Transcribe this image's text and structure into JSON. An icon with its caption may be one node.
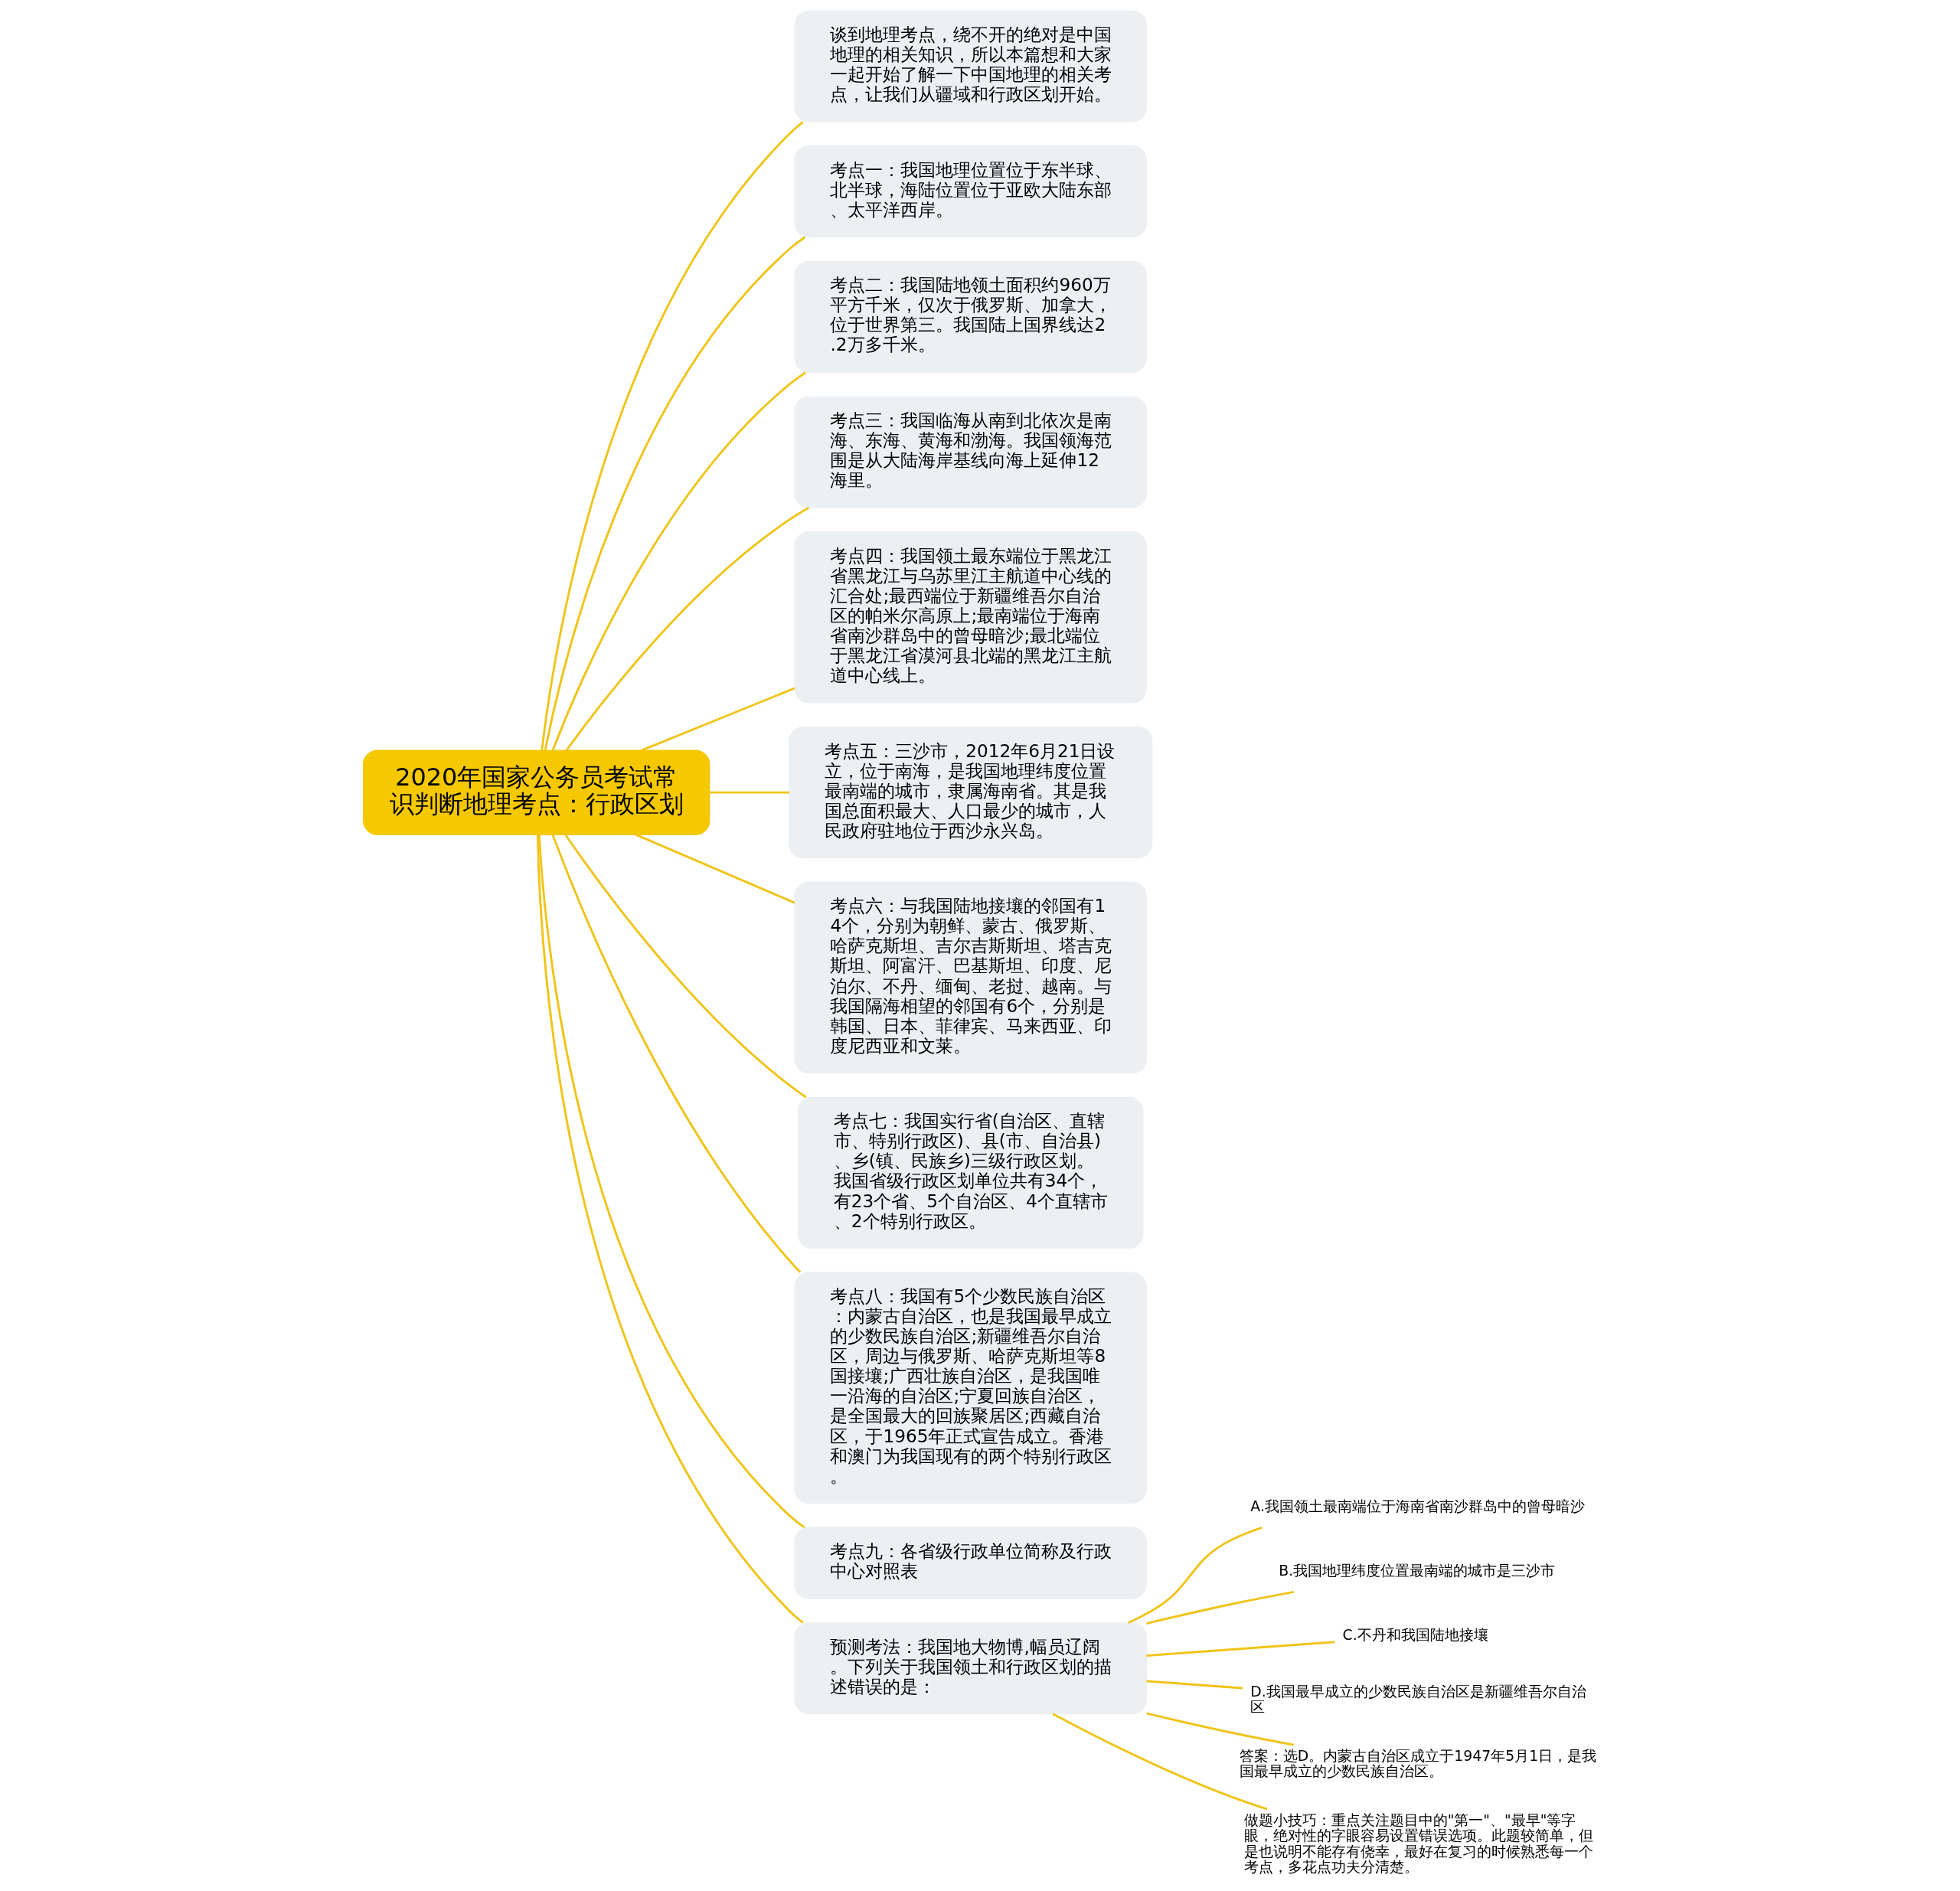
{
  "diagram": {
    "nodes": [
      {
        "text": [
          "2020年国家公务员考试常识判断地理考点：行政区划"
        ]
      },
      {
        "text": [
          "谈到地理考点，绕不开的绝对是中国地理的相关知识，所以本篇想和大家一起开始了解一下中国地理的相关考点，让我们从疆域和行政区划开始。"
        ]
      },
      {
        "text": [
          "考点一：我国地理位置位于东半球、北半球，海陆位置位于亚欧大陆东部、太平洋西岸。"
        ]
      },
      {
        "text": [
          "考点二：我国陆地领土面积约960万平方千米，仅次于俄罗斯、加拿大，位于世界第三。我国陆上国界线达2.2万多千米。"
        ]
      },
      {
        "text": [
          "考点三：我国临海从南到北依次是南海、东海、黄海和渤海。我国领海范围是从大陆海岸基线向海上延伸12海里。"
        ]
      },
      {
        "text": [
          "考点四：我国领土最东端位于黑龙江省黑龙江与乌苏里江主航道中心线的汇合处;最西端位于新疆维吾尔自治区的帕米尔高原上;最南端位于海南省南沙群岛中的曾母暗沙;最北端位于黑龙江省漠河县北端的黑龙江主航道中心线上。"
        ]
      },
      {
        "text": [
          "考点五：三沙市，2012年6月21日设立，位于南海，是我国地理纬度位置最南端的城市，隶属海南省。其是我国总面积最大、人口最少的城市，人民政府驻地位于西沙永兴岛。"
        ]
      },
      {
        "text": [
          "考点六：与我国陆地接壤的邻国有14个，分别为朝鲜、蒙古、俄罗斯、哈萨克斯坦、吉尔吉斯斯坦、塔吉克斯坦、阿富汗、巴基斯坦、印度、尼泊尔、不丹、缅甸、老挝、越南。与我国隔海相望的邻国有6个，分别是韩国、日本、菲律宾、马来西亚、印度尼西亚和文莱。"
        ]
      },
      {
        "text": [
          "考点七：我国实行省(自治区、直辖市、特别行政区)、县(市、自治县)、乡(镇、民族乡)三级行政区划。我国省级行政区划单位共有34个，有23个省、5个自治区、4个直辖市、2个特别行政区。"
        ]
      },
      {
        "text": [
          "考点八：我国有5个少数民族自治区：内蒙古自治区，也是我国最早成立的少数民族自治区;新疆维吾尔自治区，周边与俄罗斯、哈萨克斯坦等8国接壤;广西壮族自治区，是我国唯一沿海的自治区;宁夏回族自治区，是全国最大的回族聚居区;西藏自治区，于1965年正式宣告成立。香港和澳门为我国现有的两个特别行政区。"
        ]
      },
      {
        "text": [
          "考点九：各省级行政单位简称及行政中心对照表"
        ]
      },
      {
        "text": [
          "预测考法：我国地大物博,幅员辽阔。下列关于我国领土和行政区划的描述错误的是："
        ]
      },
      {
        "text": [
          "A.我国领土最南端位于海南省南沙群岛中的曾母暗沙"
        ]
      },
      {
        "text": [
          "B.我国地理纬度位置最南端的城市是三沙市"
        ]
      },
      {
        "text": [
          "C.不丹和我国陆地接壤"
        ]
      },
      {
        "text": [
          "D.我国最早成立的少数民族自治区是新疆维吾尔自治区"
        ]
      },
      {
        "text": [
          "答案：选D。内蒙古自治区成立于1947年5月1日，是我国最早成立的少数民族自治区。"
        ]
      },
      {
        "text": [
          "做题小技巧：重点关注题目中的\"第一\"、\"最早\"等字眼，绝对性的字眼容易设置错误选项。此题较简单，但是也说明不能存有侥幸，最好在复习的时候熟悉每一个考点，多花点功夫分清楚。"
        ]
      }
    ],
    "edges": [
      {
        "from": 0,
        "to": 1,
        "arrow": "none"
      },
      {
        "from": 0,
        "to": 2,
        "arrow": "none"
      },
      {
        "from": 0,
        "to": 3,
        "arrow": "none"
      },
      {
        "from": 0,
        "to": 4,
        "arrow": "none"
      },
      {
        "from": 0,
        "to": 5,
        "arrow": "none"
      },
      {
        "from": 0,
        "to": 6,
        "arrow": "none"
      },
      {
        "from": 0,
        "to": 7,
        "arrow": "none"
      },
      {
        "from": 0,
        "to": 8,
        "arrow": "none"
      },
      {
        "from": 0,
        "to": 9,
        "arrow": "none"
      },
      {
        "from": 0,
        "to": 10,
        "arrow": "none"
      },
      {
        "from": 0,
        "to": 11,
        "arrow": "none"
      },
      {
        "from": 11,
        "to": 12,
        "arrow": "none"
      },
      {
        "from": 11,
        "to": 13,
        "arrow": "none"
      },
      {
        "from": 11,
        "to": 14,
        "arrow": "none"
      },
      {
        "from": 11,
        "to": 15,
        "arrow": "none"
      },
      {
        "from": 11,
        "to": 16,
        "arrow": "none"
      },
      {
        "from": 11,
        "to": 17,
        "arrow": "none"
      }
    ]
  }
}
